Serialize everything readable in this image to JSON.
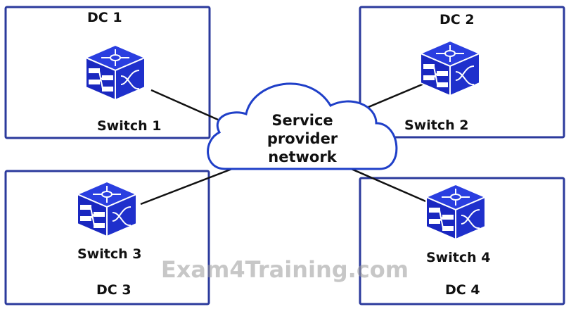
{
  "colors": {
    "box_border": "#2b3a9c",
    "switch_fill": "#1f2fd0",
    "cloud_border": "#1f3fc8",
    "link": "#111111"
  },
  "cloud": {
    "label_lines": [
      "Service",
      "provider",
      "network"
    ]
  },
  "datacenters": [
    {
      "name": "DC 1",
      "switch": "Switch 1",
      "icon": "switch-icon"
    },
    {
      "name": "DC 2",
      "switch": "Switch 2",
      "icon": "switch-icon"
    },
    {
      "name": "DC 3",
      "switch": "Switch 3",
      "icon": "switch-icon"
    },
    {
      "name": "DC 4",
      "switch": "Switch 4",
      "icon": "switch-icon"
    }
  ],
  "watermark": "Exam4Training.com"
}
